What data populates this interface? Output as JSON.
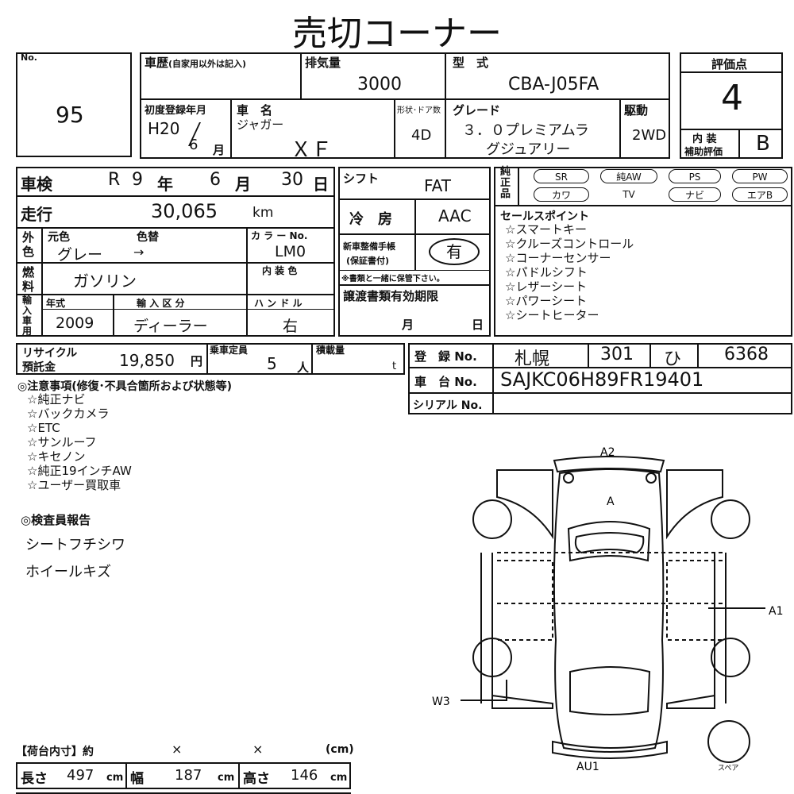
{
  "title": "売切コーナー",
  "lot": {
    "label": "No.",
    "value": "95"
  },
  "history": {
    "label": "車歴",
    "note": "(自家用以外は記入)"
  },
  "displacement": {
    "label": "排気量",
    "value": "3000"
  },
  "model_type": {
    "label": "型　式",
    "value": "CBA-J05FA"
  },
  "first_reg": {
    "label": "初度登録年月",
    "year": "H20",
    "month": "6",
    "month_unit": "月"
  },
  "car_name": {
    "label": "車　名",
    "maker": "ジャガー",
    "model": "ＸＦ"
  },
  "doors": {
    "label": "形状･ドア数",
    "value": "4D"
  },
  "grade": {
    "label": "グレード",
    "line1": "３．０プレミアムラ",
    "line2": "グジュアリー"
  },
  "drive": {
    "label": "駆動",
    "value": "2WD"
  },
  "score": {
    "label": "評価点",
    "value": "4",
    "interior_label1": "内 装",
    "interior_label2": "補助評価",
    "interior_value": "B"
  },
  "inspection": {
    "label": "車検",
    "era": "R",
    "year": "9",
    "year_unit": "年",
    "month": "6",
    "month_unit": "月",
    "day": "30",
    "day_unit": "日"
  },
  "mileage": {
    "label": "走行",
    "value": "30,065",
    "unit": "km"
  },
  "color": {
    "side_label1": "外",
    "side_label2": "色",
    "orig_label": "元色",
    "change_label": "色替",
    "code_label": "カ ラ ー No.",
    "value": "グレー",
    "arrow": "→",
    "code": "LM0",
    "interior_label": "内 装 色"
  },
  "fuel": {
    "label1": "燃",
    "label2": "料",
    "value": "ガソリン"
  },
  "import": {
    "side": [
      "輸",
      "入",
      "車",
      "用"
    ],
    "year_label": "年式",
    "year": "2009",
    "type_label": "輸 入 区 分",
    "type": "ディーラー",
    "handle_label": "ハ ン ド ル",
    "handle": "右"
  },
  "shift": {
    "label": "シフト",
    "value": "FAT"
  },
  "ac": {
    "label": "冷　房",
    "value": "AAC"
  },
  "warranty": {
    "label1": "新車整備手帳",
    "label2": "(保証書付)",
    "value": "有",
    "note": "※書類と一緒に保管下さい。"
  },
  "transfer": {
    "label": "譲渡書類有効期限",
    "month": "月",
    "day": "日"
  },
  "equipment": {
    "label": [
      "純",
      "正",
      "品"
    ],
    "items": [
      "SR",
      "純AW",
      "PS",
      "PW",
      "カワ",
      "TV",
      "ナビ",
      "エアB"
    ]
  },
  "sales_points": {
    "label": "セールスポイント",
    "items": [
      "☆スマートキー",
      "☆クルーズコントロール",
      "☆コーナーセンサー",
      "☆パドルシフト",
      "☆レザーシート",
      "☆パワーシート",
      "☆シートヒーター"
    ]
  },
  "recycle": {
    "label1": "リサイクル",
    "label2": "預託金",
    "value": "19,850",
    "unit": "円"
  },
  "capacity": {
    "label": "乗車定員",
    "value": "5",
    "unit": "人"
  },
  "load": {
    "label": "積載量",
    "unit": "t"
  },
  "registration": {
    "label": "登　録 No.",
    "city": "札幌",
    "class": "301",
    "kana": "ひ",
    "number": "6368"
  },
  "chassis": {
    "label": "車　台 No.",
    "value": "SAJKC06H89FR19401"
  },
  "serial": {
    "label": "シリアル No."
  },
  "notes": {
    "label": "◎注意事項(修復･不具合箇所および状態等)",
    "items": [
      "☆純正ナビ",
      "☆バックカメラ",
      "☆ETC",
      "☆サンルーフ",
      "☆キセノン",
      "☆純正19インチAW",
      "☆ユーザー買取車"
    ]
  },
  "inspector": {
    "label": "◎検査員報告",
    "items": [
      "シートフチシワ",
      "ホイールキズ"
    ]
  },
  "diagram": {
    "marks": [
      "A2",
      "A",
      "A1",
      "W3",
      "AU1"
    ],
    "spare": "スペア"
  },
  "cargo": {
    "label": "【荷台内寸】約",
    "x1": "×",
    "x2": "×",
    "unit": "(cm)"
  },
  "size": {
    "length_label": "長さ",
    "length": "497",
    "width_label": "幅",
    "width": "187",
    "height_label": "高さ",
    "height": "146",
    "unit": "cm"
  }
}
